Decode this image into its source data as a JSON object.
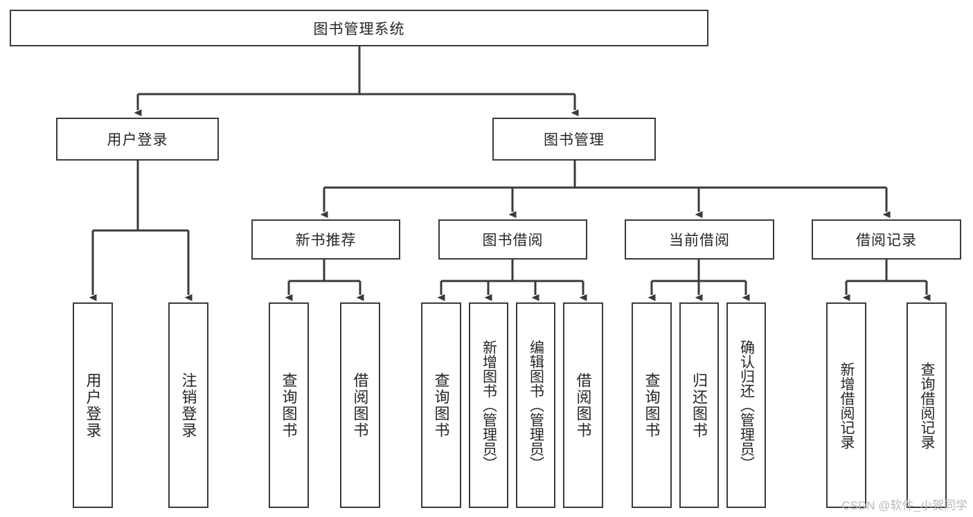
{
  "diagram": {
    "title": "图书管理系统",
    "type": "hierarchy-tree",
    "colors": {
      "background": "#ffffff",
      "box_border": "#3a3a3a",
      "connector": "#3a3a3a",
      "text": "#262626",
      "watermark": "#b9b9b9"
    },
    "root": {
      "label": "图书管理系统"
    },
    "level2": [
      {
        "label": "用户登录"
      },
      {
        "label": "图书管理"
      }
    ],
    "level3": [
      {
        "label": "新书推荐"
      },
      {
        "label": "图书借阅"
      },
      {
        "label": "当前借阅"
      },
      {
        "label": "借阅记录"
      }
    ],
    "leaves": {
      "user_login": [
        {
          "label": "用户登录"
        },
        {
          "label": "注销登录"
        }
      ],
      "new_books": [
        {
          "label": "查询图书"
        },
        {
          "label": "借阅图书"
        }
      ],
      "book_borrow": [
        {
          "label": "查询图书"
        },
        {
          "label": "新增图书（管理员）"
        },
        {
          "label": "编辑图书（管理员）"
        },
        {
          "label": "借阅图书"
        }
      ],
      "current_borrow": [
        {
          "label": "查询图书"
        },
        {
          "label": "归还图书"
        },
        {
          "label": "确认归还（管理员）"
        }
      ],
      "borrow_records": [
        {
          "label": "新增借阅记录"
        },
        {
          "label": "查询借阅记录"
        }
      ]
    }
  },
  "watermark": {
    "text": "CSDN @软件_小贺同学"
  }
}
